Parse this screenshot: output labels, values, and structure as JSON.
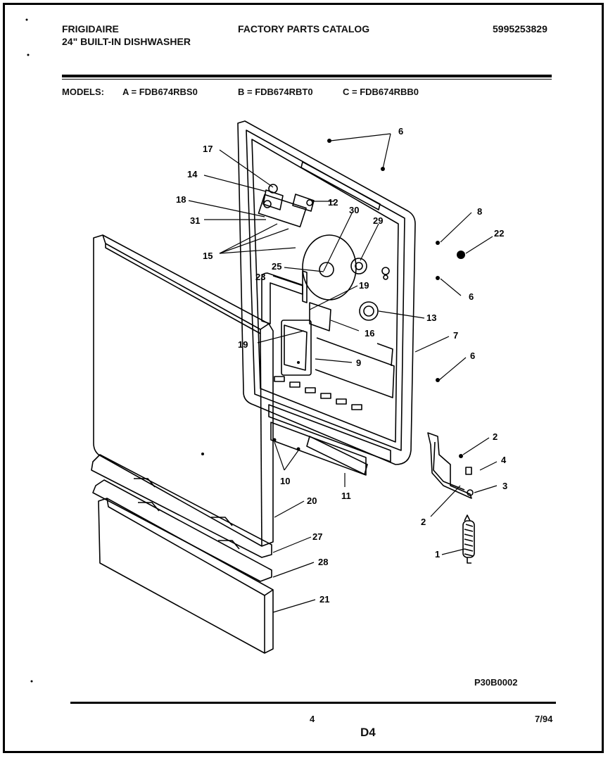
{
  "header": {
    "brand": "FRIGIDAIRE",
    "product": "24\" BUILT-IN DISHWASHER",
    "catalog_title": "FACTORY PARTS CATALOG",
    "catalog_number": "5995253829"
  },
  "models": {
    "label": "MODELS:",
    "a": "A = FDB674RBS0",
    "b": "B = FDB674RBT0",
    "c": "C = FDB674RBB0"
  },
  "callouts": [
    "6",
    "17",
    "14",
    "12",
    "18",
    "30",
    "29",
    "31",
    "8",
    "22",
    "15",
    "25",
    "23",
    "19",
    "6",
    "13",
    "16",
    "7",
    "19",
    "9",
    "6",
    "2",
    "4",
    "10",
    "11",
    "3",
    "2",
    "20",
    "27",
    "1",
    "28",
    "21"
  ],
  "footer": {
    "drawing_code": "P30B0002",
    "page_number": "4",
    "date": "7/94",
    "section": "D4"
  }
}
